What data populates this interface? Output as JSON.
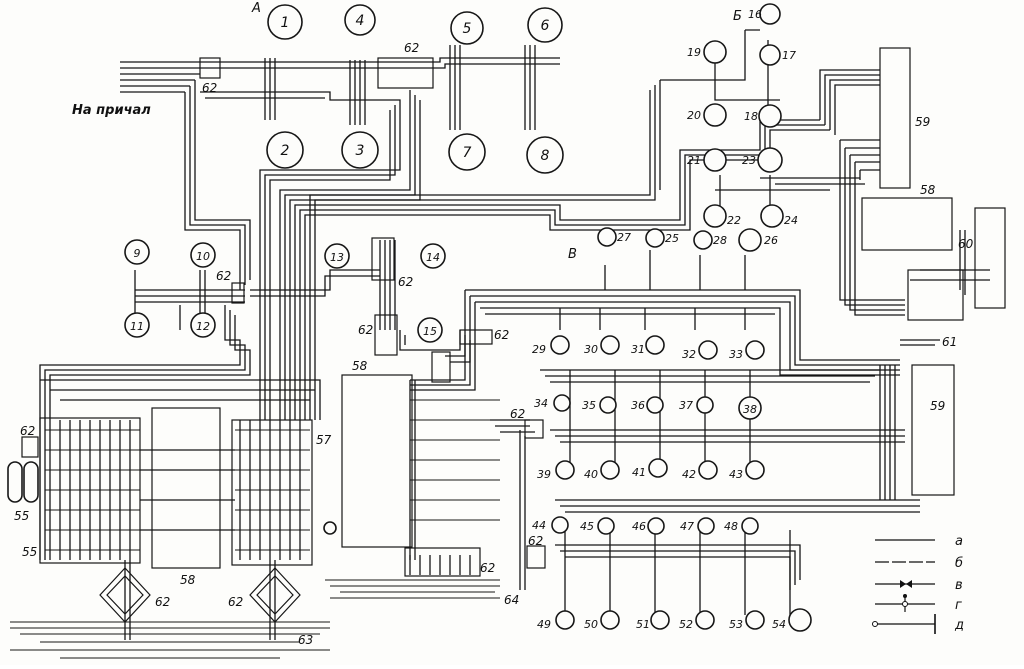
{
  "groups": {
    "a": "А",
    "b": "Б",
    "v": "В"
  },
  "berth_label": "На причал",
  "tanks": [
    "1",
    "2",
    "3",
    "4",
    "5",
    "6",
    "7",
    "8",
    "9",
    "10",
    "11",
    "12",
    "13",
    "14",
    "15",
    "16",
    "17",
    "18",
    "19",
    "20",
    "21",
    "22",
    "23",
    "24",
    "25",
    "26",
    "27",
    "28",
    "29",
    "30",
    "31",
    "32",
    "33",
    "34",
    "35",
    "36",
    "37",
    "38",
    "39",
    "40",
    "41",
    "42",
    "43",
    "44",
    "45",
    "46",
    "47",
    "48",
    "49",
    "50",
    "51",
    "52",
    "53",
    "54"
  ],
  "callouts": {
    "c55": "55",
    "c55b": "55",
    "c57": "57",
    "c58": "58",
    "c58b": "58",
    "c58c": "58",
    "c59": "59",
    "c59b": "59",
    "c60": "60",
    "c61": "61",
    "c62": "62",
    "c63": "63",
    "c64": "64"
  },
  "legend": {
    "items": [
      {
        "key": "а"
      },
      {
        "key": "б"
      },
      {
        "key": "в"
      },
      {
        "key": "г"
      },
      {
        "key": "д"
      }
    ]
  }
}
